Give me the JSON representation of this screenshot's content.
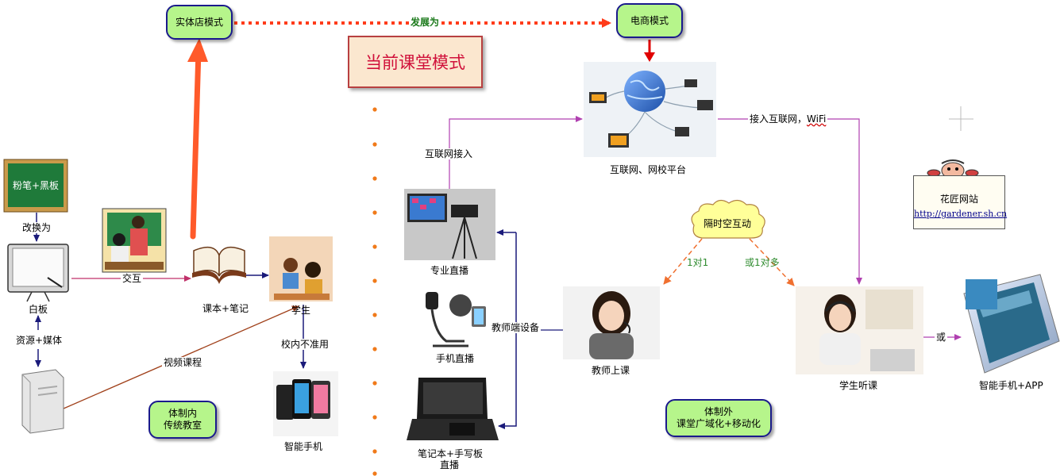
{
  "title": "当前课堂模式",
  "top_flow": {
    "store_mode": "实体店模式",
    "ecommerce_mode": "电商模式",
    "develop_label": "发展为"
  },
  "left": {
    "chalkboard": "粉笔+黑板",
    "change_to": "改换为",
    "whiteboard": "白板",
    "interact": "交互",
    "textbook": "课本+笔记",
    "student": "学生",
    "resources": "资源+媒体",
    "video_course": "视频课程",
    "not_allowed": "校内不准用",
    "smartphone": "智能手机",
    "system_in_line1": "体制内",
    "system_in_line2": "传统教室"
  },
  "right": {
    "internet_access": "互联网接入",
    "internet_platform": "互联网、网校平台",
    "wifi_prefix": "接入互联网，",
    "wifi": "WiFi",
    "pro_live": "专业直播",
    "phone_live": "手机直播",
    "teacher_device": "教师端设备",
    "laptop_line1": "笔记本+手写板",
    "laptop_line2": "直播",
    "teacher_class": "教师上课",
    "student_class": "学生听课",
    "cross_space": "隔时空互动",
    "one_to_one": "1对1",
    "one_to_many": "或1对多",
    "or_label": "或",
    "smartphone_app": "智能手机+APP",
    "system_out_line1": "体制外",
    "system_out_line2": "课堂广域化+移动化",
    "site_name": "花匠网站",
    "site_url": "http://gardener.sh.cn"
  },
  "colors": {
    "pill_fill": "#b6f58b",
    "pill_border": "#1a1a8c",
    "title_text": "#d0103a",
    "dots": "#f07a1a",
    "big_arrow": "#ff5a2a",
    "develop_dots": "#ff3b1a"
  }
}
